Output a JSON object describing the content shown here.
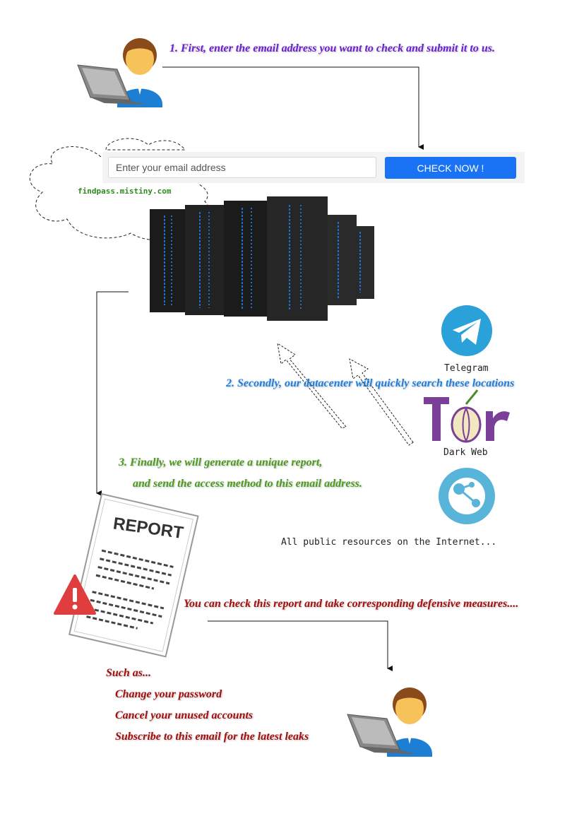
{
  "steps": {
    "step1": "1. First, enter the email address you want to check and submit it to us.",
    "step2": "2. Secondly, our datacenter will quickly search these locations",
    "step3_line1": "3. Finally, we will generate a unique report,",
    "step3_line2": "and send the access method to this email address.",
    "step4": "You can check this report and take corresponding defensive measures...."
  },
  "form": {
    "email_placeholder": "Enter your email address",
    "check_label": "CHECK NOW !"
  },
  "site_label": "findpass.mistiny.com",
  "sources": {
    "telegram": "Telegram",
    "darkweb": "Dark Web",
    "public": "All public resources on the Internet..."
  },
  "tor_logo_text": "Tor",
  "report_title": "REPORT",
  "measures": {
    "title": "Such as...",
    "items": [
      "Change your password",
      "Cancel your unused accounts",
      "Subscribe to this email for the latest leaks"
    ]
  },
  "colors": {
    "step1": "#6a1fd1",
    "step2": "#1e7fe0",
    "step3": "#4e9a1e",
    "step4": "#a30f0f",
    "button": "#1a73f5",
    "telegram": "#2aa1d9",
    "tor": "#7b3f98",
    "azure": "#59b4d9",
    "warning": "#e03e3e"
  }
}
